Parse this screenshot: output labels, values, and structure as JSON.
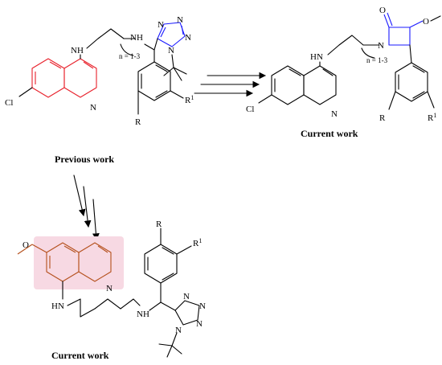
{
  "labels": {
    "nh": "NH",
    "hn": "HN",
    "n": "N",
    "o": "O",
    "cl": "Cl",
    "r": "R",
    "r1_base": "R",
    "r1_sup": "1",
    "n_range": "n = 1-3",
    "och3_bond": "O"
  },
  "captions": {
    "previous": "Previous work",
    "current_top": "Current work",
    "current_bottom": "Current work"
  },
  "colors": {
    "quinoline_prev": "#e8202a",
    "tetrazole": "#1a1aff",
    "beta_lactam": "#1a1aff",
    "primaquine_core": "#b5501c",
    "primaquine_highlight": "#f7d9e3"
  }
}
